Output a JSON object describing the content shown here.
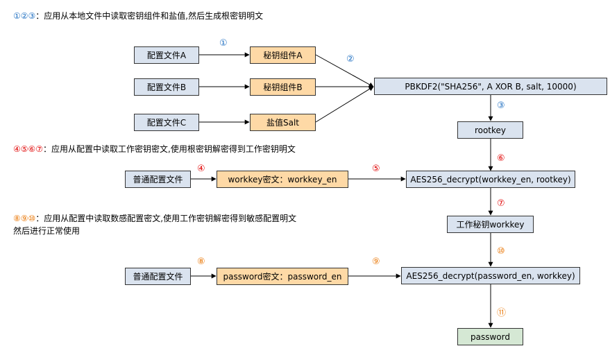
{
  "sections": {
    "s1": {
      "markers": "①②③",
      "text": "：应用从本地文件中读取密钥组件和盐值,然后生成根密钥明文"
    },
    "s2": {
      "markers": "④⑤⑥⑦",
      "text": "：应用从配置中读取工作密钥密文,使用根密钥解密得到工作密钥明文"
    },
    "s3": {
      "markers": "⑧⑨⑩",
      "text": "：应用从配置中读取数感配置密文,使用工作密钥解密得到敏感配置明文",
      "text2": "然后进行正常使用"
    }
  },
  "nodes": {
    "config_a": "配置文件A",
    "config_b": "配置文件B",
    "config_c": "配置文件C",
    "key_a": "秘钥组件A",
    "key_b": "秘钥组件B",
    "salt": "盐值Salt",
    "pbkdf2": "PBKDF2(\"SHA256\", A XOR B, salt, 10000)",
    "rootkey": "rootkey",
    "normal_config_1": "普通配置文件",
    "workkey_en": "workkey密文：workkey_en",
    "aes_workkey": "AES256_decrypt(workkey_en, rootkey)",
    "workkey": "工作秘钥workkey",
    "normal_config_2": "普通配置文件",
    "password_en": "password密文：password_en",
    "aes_password": "AES256_decrypt(password_en, workkey)",
    "password": "password"
  },
  "steps": {
    "s1": "①",
    "s2": "②",
    "s3": "③",
    "s4": "④",
    "s5": "⑤",
    "s6": "⑥",
    "s7": "⑦",
    "s8": "⑧",
    "s9": "⑨",
    "s10": "⑩",
    "s11": "⑪"
  },
  "colors": {
    "blue_box": "#dae3ef",
    "orange_box": "#fed9a6",
    "green_box": "#d5e8d4",
    "step_blue": "#1f6fc1",
    "step_red": "#e00000",
    "step_orange": "#ea7a0c"
  }
}
